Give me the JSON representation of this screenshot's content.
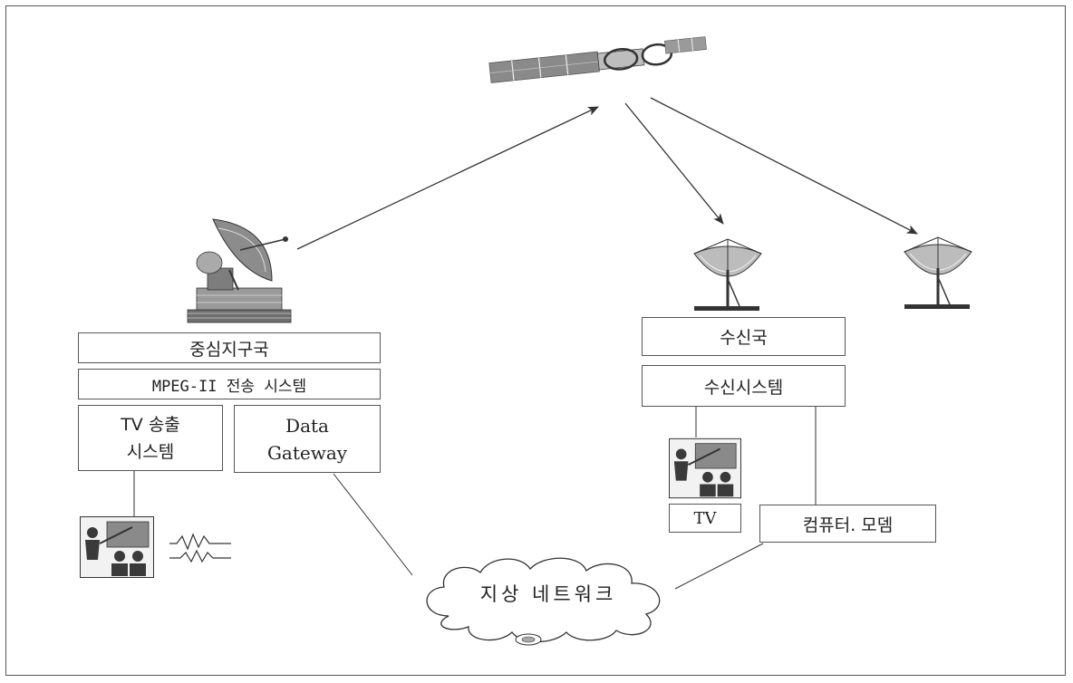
{
  "labels": {
    "central_station": "중심지구국",
    "mpeg_system": "MPEG-II 전송 시스템",
    "tv_broadcast_system": "TV 송출\n시스템",
    "data_gateway": "Data\nGateway",
    "receiving_station": "수신국",
    "receiving_system": "수신시스템",
    "tv": "TV",
    "computer_modem": "컴퓨터. 모뎀",
    "terrestrial_network": "지상 네트워크"
  },
  "colors": {
    "line": "#333333",
    "box_border": "#555555",
    "icon_fill": "#8a8a8a",
    "icon_dark": "#3a3a3a",
    "icon_light": "#cfcfcf"
  },
  "icons": [
    "satellite-icon",
    "uplink-dish-icon",
    "receive-dish-icon",
    "teacher-classroom-icon",
    "signal-wave-icon",
    "cloud-icon"
  ]
}
